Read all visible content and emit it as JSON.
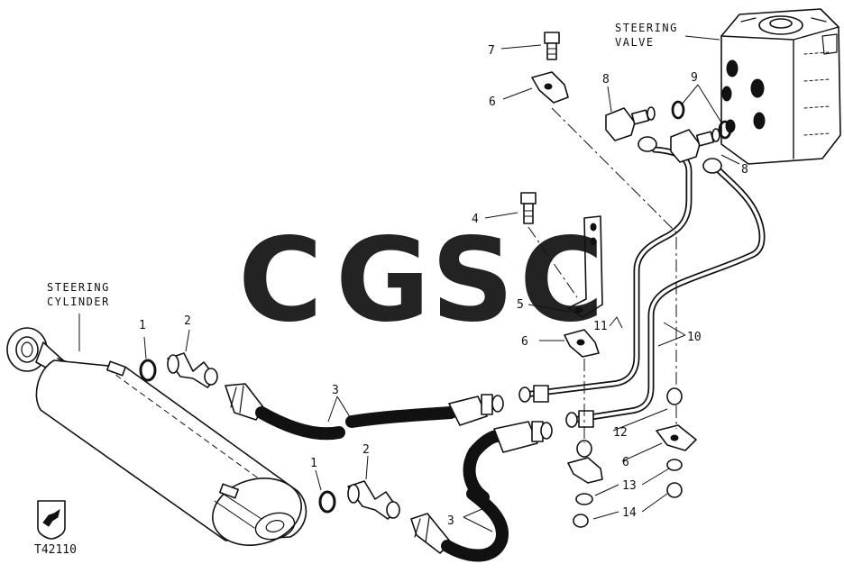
{
  "callouts": {
    "steering_cylinder": [
      "STEERING",
      "CYLINDER"
    ],
    "steering_valve": [
      "STEERING",
      "VALVE"
    ]
  },
  "part_numbers": {
    "n1a": "1",
    "n1b": "1",
    "n2a": "2",
    "n2b": "2",
    "n3a": "3",
    "n3b": "3",
    "n4": "4",
    "n5": "5",
    "n6a": "6",
    "n6b": "6",
    "n6c": "6",
    "n7": "7",
    "n8a": "8",
    "n8b": "8",
    "n9": "9",
    "n10": "10",
    "n11": "11",
    "n12": "12",
    "n13": "13",
    "n14": "14"
  },
  "figure_id": "T42110",
  "watermark": {
    "letters": [
      "C",
      "G",
      "S",
      "C"
    ],
    "colors": [
      "#6fa8f5",
      "#f28b82",
      "#fcd86b",
      "#7bc98a"
    ]
  }
}
